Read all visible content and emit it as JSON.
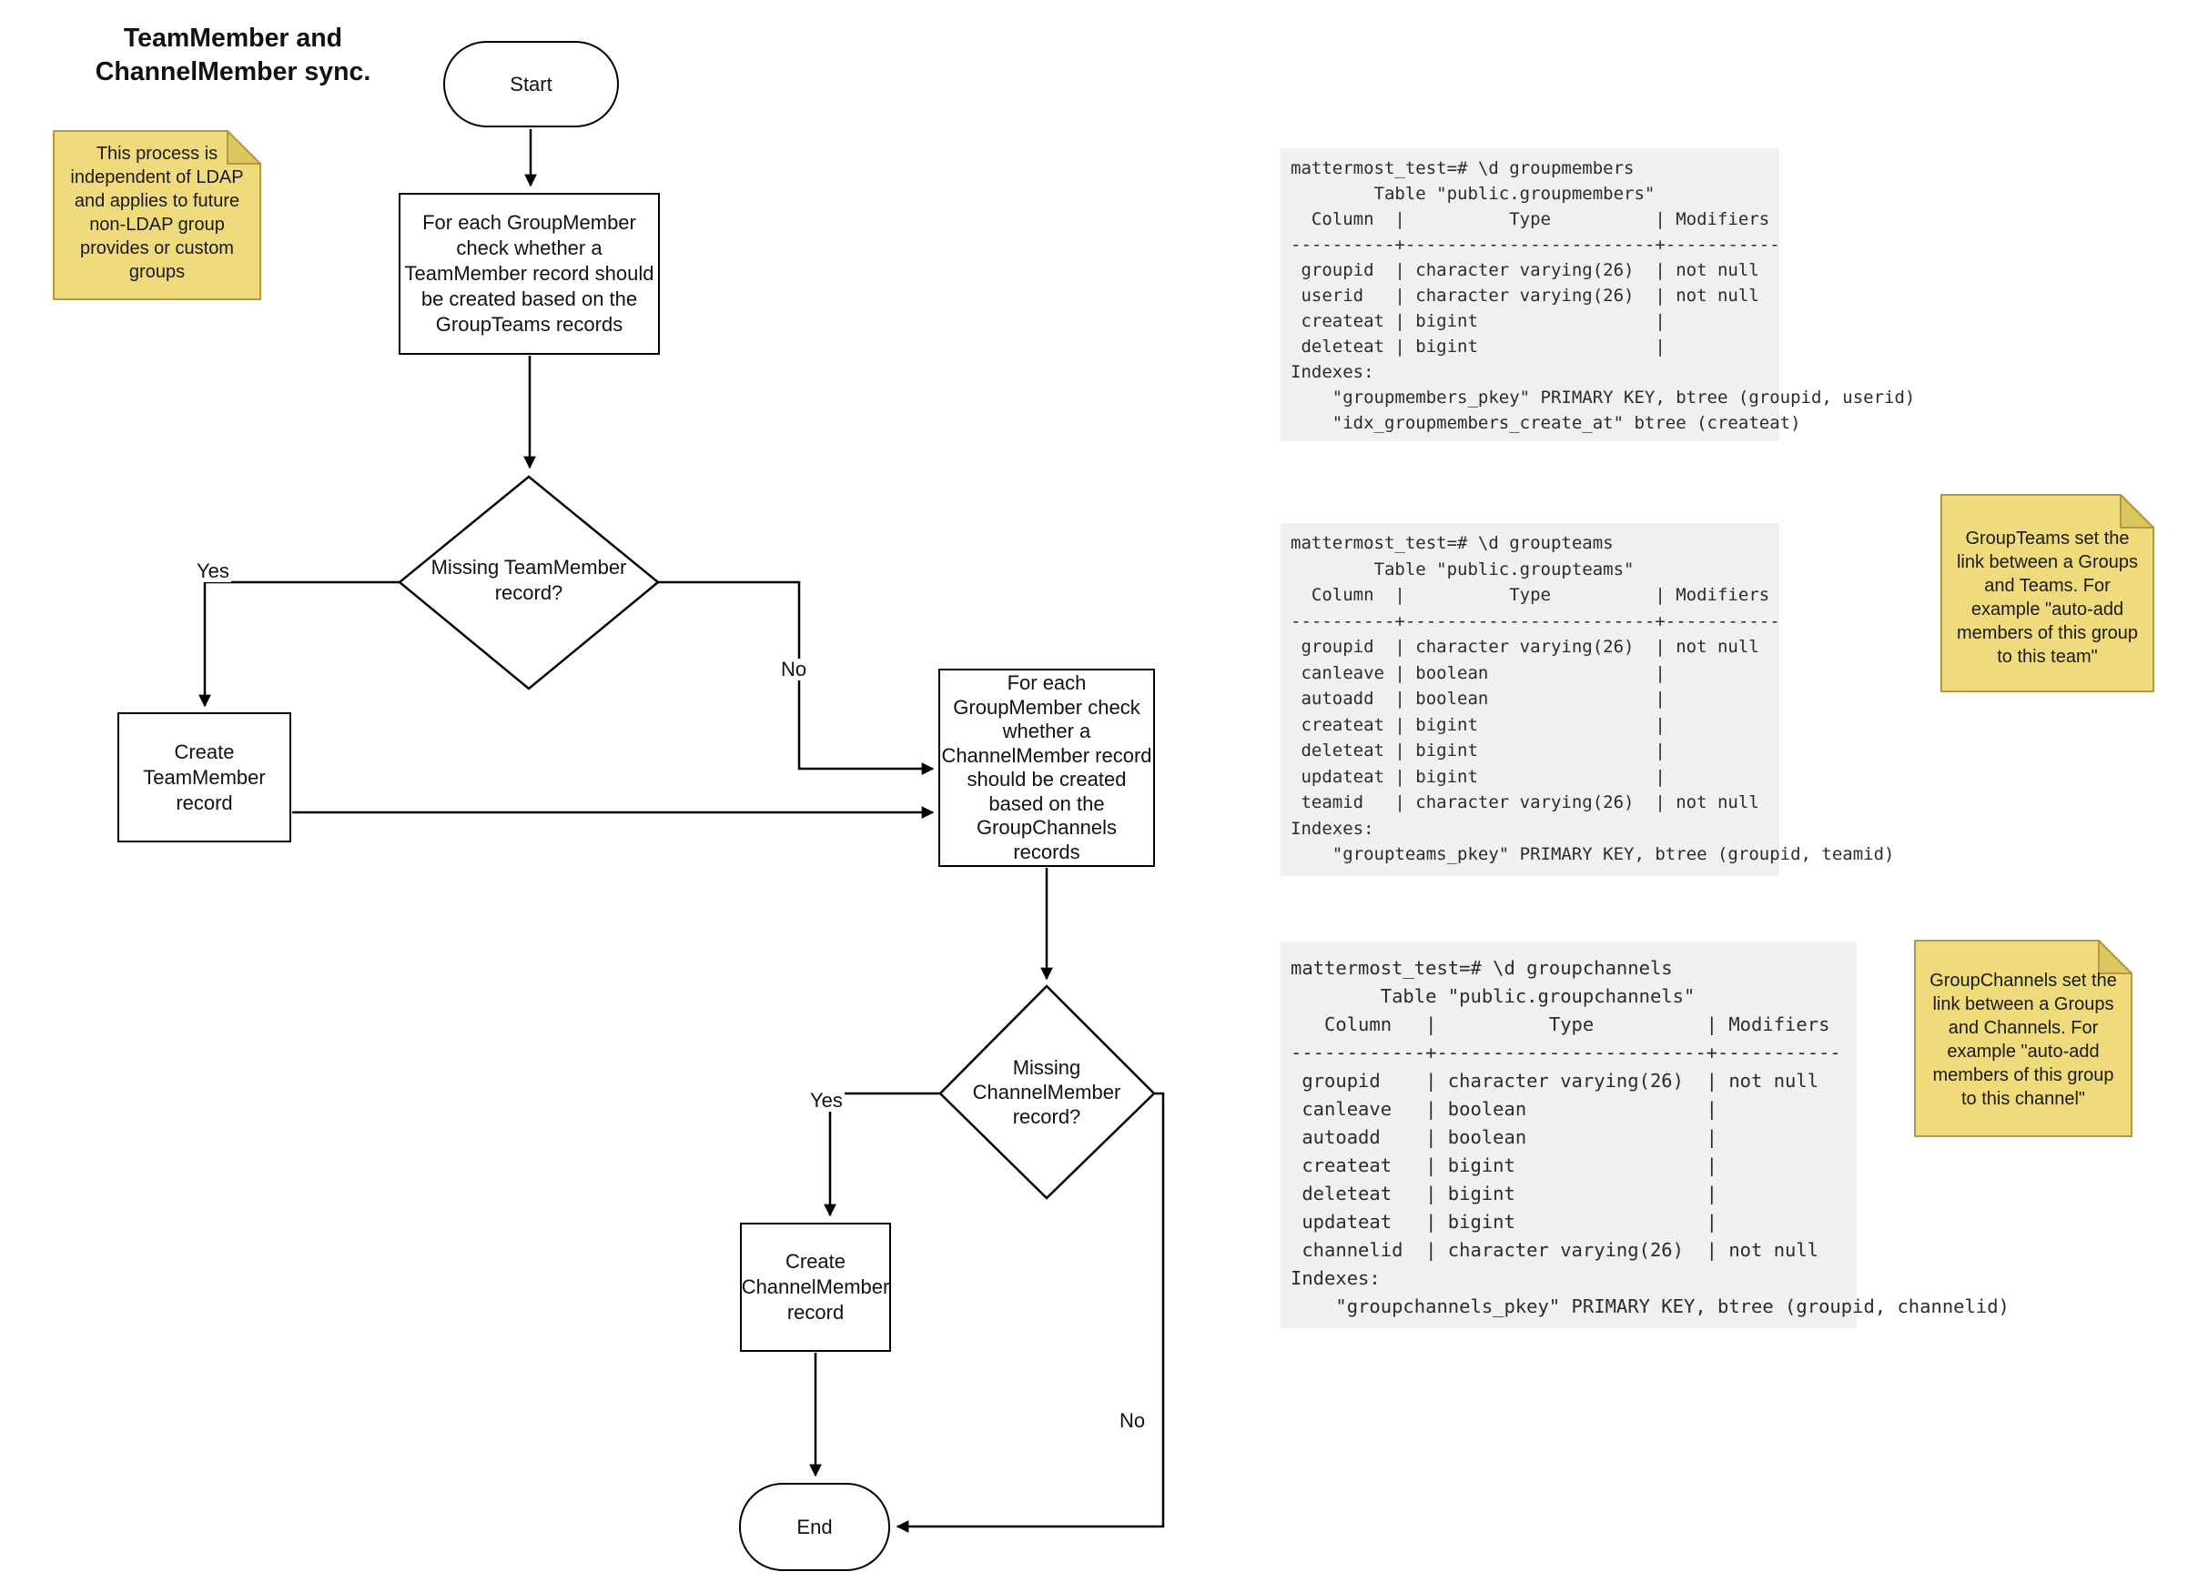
{
  "colors": {
    "note_fill": "#F0DB7C",
    "note_fold": "#DCC65F",
    "note_border": "#B19A3B",
    "code_bg": "#F0F0F0",
    "code_text": "#2B2B2B",
    "line": "#000000",
    "shape_fill": "#FFFFFF"
  },
  "title": {
    "lines": [
      "TeamMember and",
      "ChannelMember sync."
    ]
  },
  "sticky_notes": [
    {
      "id": "ldap-note",
      "lines": [
        "This process is",
        "independent of LDAP",
        "and applies to future",
        "non-LDAP group",
        "provides or custom",
        "groups"
      ]
    },
    {
      "id": "groupteams-note",
      "lines": [
        "GroupTeams set the",
        "link between a Groups",
        "and Teams. For",
        "example \"auto-add",
        "members of this group",
        "to this team\""
      ]
    },
    {
      "id": "groupchannels-note",
      "lines": [
        "GroupChannels set the",
        "link between a Groups",
        "and Channels. For",
        "example \"auto-add",
        "members of this group",
        "to this channel\""
      ]
    }
  ],
  "flowchart": {
    "start_label": "Start",
    "end_label": "End",
    "process_teammember": {
      "lines": [
        "For each GroupMember",
        "check whether a",
        "TeamMember record should",
        "be created based on the",
        "GroupTeams records"
      ]
    },
    "decision_teammember": {
      "lines": [
        "Missing TeamMember",
        "record?"
      ]
    },
    "create_teammember": {
      "lines": [
        "Create",
        "TeamMember",
        "record"
      ]
    },
    "process_channelmember": {
      "lines": [
        "For each",
        "GroupMember check",
        "whether a",
        "ChannelMember record",
        "should be created",
        "based on the",
        "GroupChannels",
        "records"
      ]
    },
    "decision_channelmember": {
      "lines": [
        "Missing",
        "ChannelMember",
        "record?"
      ]
    },
    "create_channelmember": {
      "lines": [
        "Create",
        "ChannelMember",
        "record"
      ]
    },
    "labels": {
      "yes1": "Yes",
      "no1": "No",
      "yes2": "Yes",
      "no2": "No"
    }
  },
  "code_blocks": [
    {
      "id": "groupmembers",
      "lines": [
        "mattermost_test=# \\d groupmembers",
        "        Table \"public.groupmembers\"",
        "  Column  |          Type          | Modifiers",
        "----------+------------------------+-----------",
        " groupid  | character varying(26)  | not null",
        " userid   | character varying(26)  | not null",
        " createat | bigint                 |",
        " deleteat | bigint                 |",
        "Indexes:",
        "    \"groupmembers_pkey\" PRIMARY KEY, btree (groupid, userid)",
        "    \"idx_groupmembers_create_at\" btree (createat)"
      ]
    },
    {
      "id": "groupteams",
      "lines": [
        "mattermost_test=# \\d groupteams",
        "        Table \"public.groupteams\"",
        "  Column  |          Type          | Modifiers",
        "----------+------------------------+-----------",
        " groupid  | character varying(26)  | not null",
        " canleave | boolean                |",
        " autoadd  | boolean                |",
        " createat | bigint                 |",
        " deleteat | bigint                 |",
        " updateat | bigint                 |",
        " teamid   | character varying(26)  | not null",
        "Indexes:",
        "    \"groupteams_pkey\" PRIMARY KEY, btree (groupid, teamid)"
      ]
    },
    {
      "id": "groupchannels",
      "lines": [
        "mattermost_test=# \\d groupchannels",
        "        Table \"public.groupchannels\"",
        "   Column   |          Type          | Modifiers",
        "------------+------------------------+-----------",
        " groupid    | character varying(26)  | not null",
        " canleave   | boolean                |",
        " autoadd    | boolean                |",
        " createat   | bigint                 |",
        " deleteat   | bigint                 |",
        " updateat   | bigint                 |",
        " channelid  | character varying(26)  | not null",
        "Indexes:",
        "    \"groupchannels_pkey\" PRIMARY KEY, btree (groupid, channelid)"
      ]
    }
  ]
}
